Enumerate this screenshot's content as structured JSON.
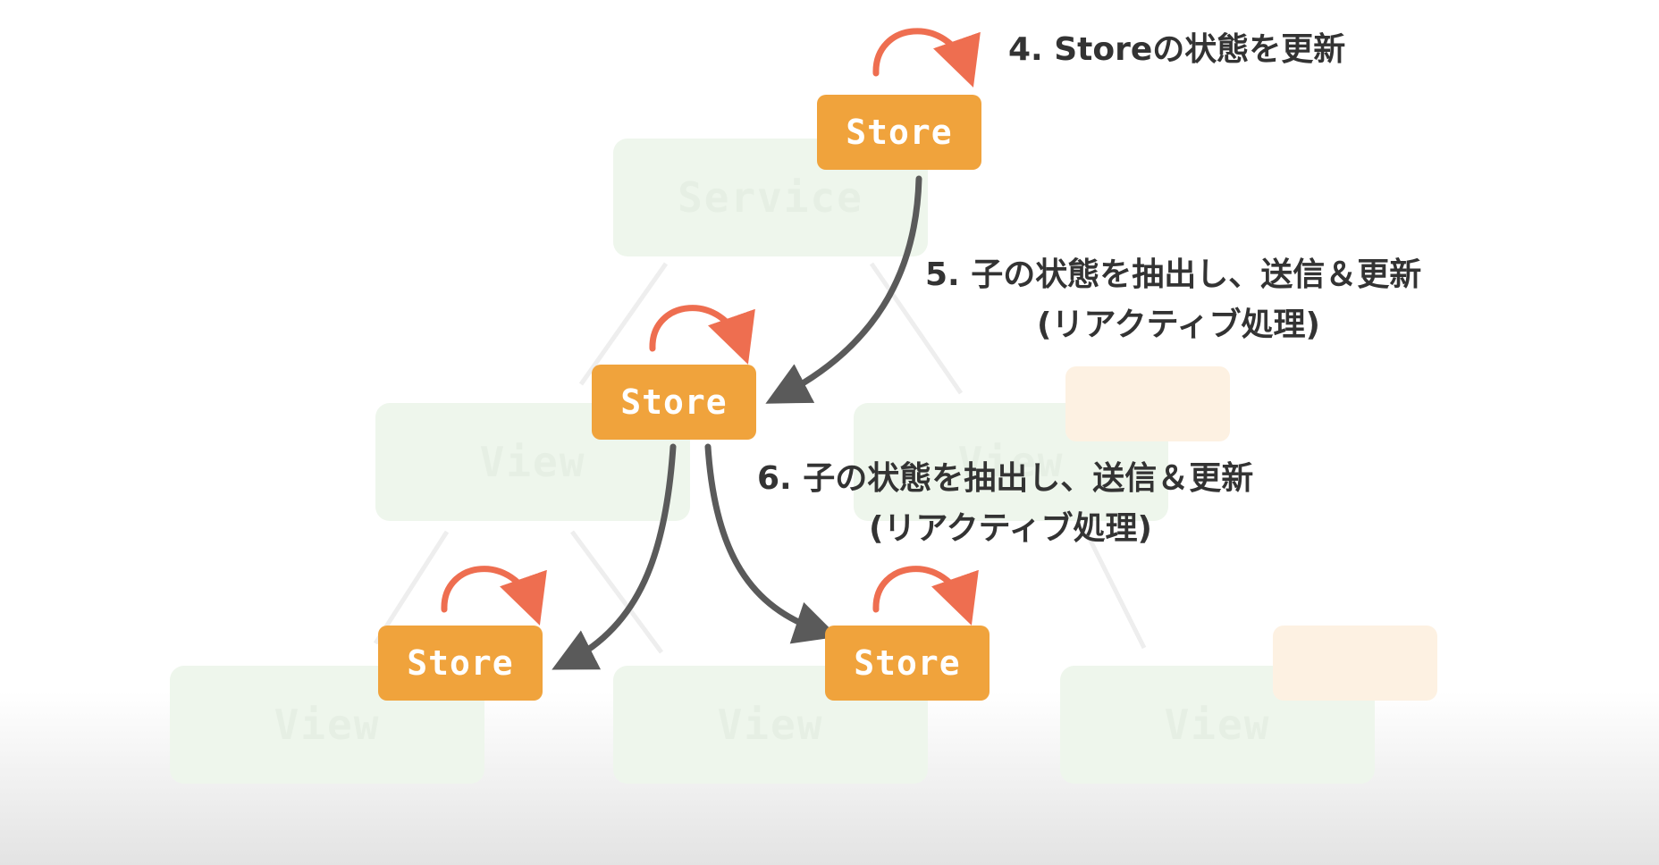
{
  "background_nodes": [
    {
      "id": "root",
      "label": "Service"
    },
    {
      "id": "mid-left",
      "label": "View"
    },
    {
      "id": "mid-right",
      "label": "View"
    },
    {
      "id": "bottom-left",
      "label": "View"
    },
    {
      "id": "bottom-middle",
      "label": "View"
    },
    {
      "id": "bottom-right",
      "label": "View"
    }
  ],
  "stores": [
    {
      "id": "store-top",
      "label": "Store"
    },
    {
      "id": "store-middle",
      "label": "Store"
    },
    {
      "id": "store-bottom-left",
      "label": "Store"
    },
    {
      "id": "store-bottom-right",
      "label": "Store"
    }
  ],
  "steps": {
    "step4": "4. Storeの状態を更新",
    "step5_line1": "5. 子の状態を抽出し、送信＆更新",
    "step5_line2": "(リアクティブ処理)",
    "step6_line1": "6. 子の状態を抽出し、送信＆更新",
    "step6_line2": "(リアクティブ処理)"
  },
  "colors": {
    "store_fill": "#f0a33c",
    "self_loop_arrow": "#ee6e50",
    "flow_arrow": "#5a5a5a",
    "ghost_node": "#eef6ec"
  }
}
